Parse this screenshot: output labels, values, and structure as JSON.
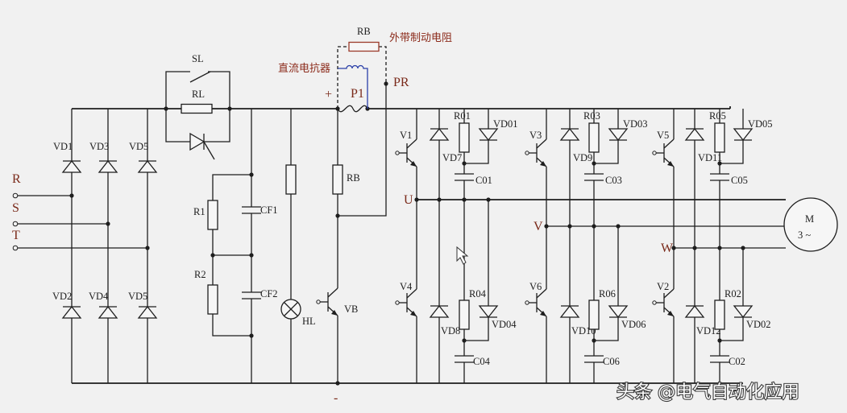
{
  "colors": {
    "wire": "#1e1e1e",
    "label_accent": "#7a2a1a",
    "external_dashed": "#9b3a2a",
    "inductor": "#2a3fa8",
    "background": "#f1f1f1"
  },
  "input": {
    "r": "R",
    "s": "S",
    "t": "T"
  },
  "rectifier": {
    "upper": [
      "VD1",
      "VD3",
      "VD5"
    ],
    "lower": [
      "VD2",
      "VD4",
      "VD5"
    ]
  },
  "precharge": {
    "switch": "SL",
    "resistor": "RL"
  },
  "filter": {
    "r1": "R1",
    "r2": "R2",
    "c1": "CF1",
    "c2": "CF2",
    "lamp": "HL"
  },
  "brake": {
    "resistor": "RB",
    "transistor": "VB",
    "external_resistor": "RB",
    "external_label": "外带制动电阻",
    "reactor_label": "直流电抗器",
    "plus": "+",
    "p1": "P1",
    "pr": "PR",
    "minus": "-"
  },
  "legs": [
    {
      "phase": "U",
      "upper": {
        "transistor": "V1",
        "diode": "VD7",
        "resistor": "R01",
        "snubber_diode": "VD01",
        "capacitor": "C01"
      },
      "lower": {
        "transistor": "V4",
        "diode": "VD8",
        "resistor": "R04",
        "snubber_diode": "VD04",
        "capacitor": "C04"
      }
    },
    {
      "phase": "V",
      "upper": {
        "transistor": "V3",
        "diode": "VD9",
        "resistor": "R03",
        "snubber_diode": "VD03",
        "capacitor": "C03"
      },
      "lower": {
        "transistor": "V6",
        "diode": "VD10",
        "resistor": "R06",
        "snubber_diode": "VD06",
        "capacitor": "C06"
      }
    },
    {
      "phase": "W",
      "upper": {
        "transistor": "V5",
        "diode": "VD11",
        "resistor": "R05",
        "snubber_diode": "VD05",
        "capacitor": "C05"
      },
      "lower": {
        "transistor": "V2",
        "diode": "VD12",
        "resistor": "R02",
        "snubber_diode": "VD02",
        "capacitor": "C02"
      }
    }
  ],
  "motor": {
    "label": "M",
    "phases": "3 ~"
  },
  "watermark": "头条 @电气自动化应用"
}
